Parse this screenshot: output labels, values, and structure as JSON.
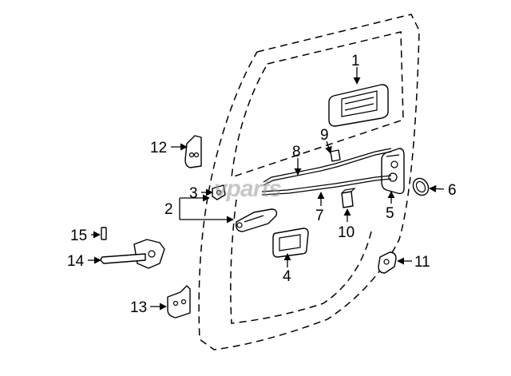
{
  "diagram": {
    "watermark": "vparts",
    "parts": [
      {
        "number": "1"
      },
      {
        "number": "2"
      },
      {
        "number": "3"
      },
      {
        "number": "4"
      },
      {
        "number": "5"
      },
      {
        "number": "6"
      },
      {
        "number": "7"
      },
      {
        "number": "8"
      },
      {
        "number": "9"
      },
      {
        "number": "10"
      },
      {
        "number": "11"
      },
      {
        "number": "12"
      },
      {
        "number": "13"
      },
      {
        "number": "14"
      },
      {
        "number": "15"
      }
    ]
  }
}
